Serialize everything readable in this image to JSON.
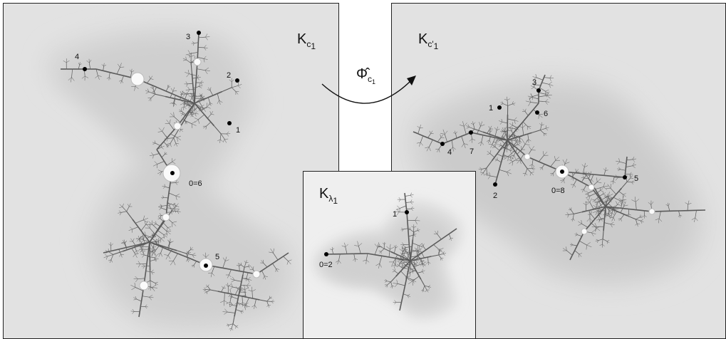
{
  "panels": {
    "left": {
      "title_main": "K",
      "title_sub": "c",
      "title_subsub": "1",
      "points": [
        {
          "label": "3"
        },
        {
          "label": "4"
        },
        {
          "label": "2"
        },
        {
          "label": "1"
        },
        {
          "label": "0=6"
        },
        {
          "label": "5"
        }
      ]
    },
    "right": {
      "title_main": "K",
      "title_sub": "c'",
      "title_subsub": "1",
      "points": [
        {
          "label": "3"
        },
        {
          "label": "1"
        },
        {
          "label": "6"
        },
        {
          "label": "4"
        },
        {
          "label": "7"
        },
        {
          "label": "2"
        },
        {
          "label": "0=8"
        },
        {
          "label": "5"
        }
      ]
    },
    "middle": {
      "title_main": "K",
      "title_sub": "λ",
      "title_subsub": "1",
      "points": [
        {
          "label": "1"
        },
        {
          "label": "0=2"
        }
      ]
    }
  },
  "map": {
    "symbol": "Φ̂",
    "sub": "c",
    "subsub": "1"
  }
}
